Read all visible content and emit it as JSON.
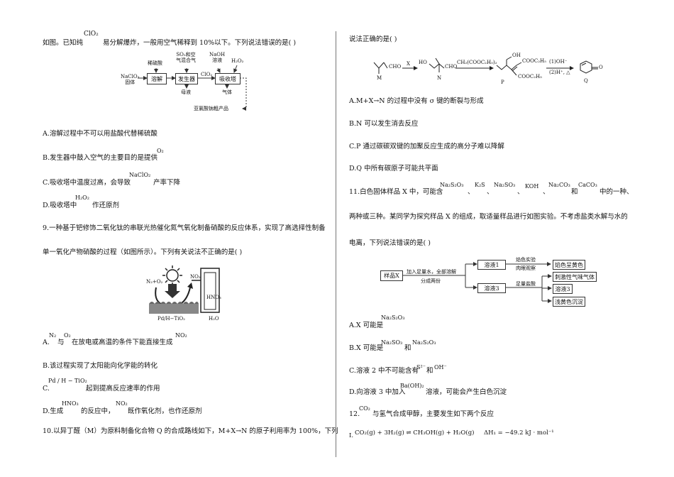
{
  "left": {
    "q8_stem": "如图。已知纯 ClO₂ 易分解爆炸，一般用空气稀释到 10%以下。下列说法错误的是(     )",
    "q8_stem_a": "如图。已知纯",
    "q8_stem_formula": "ClO₂",
    "q8_stem_b": "易分解爆炸，一般用空气稀释到 10%以下。下列说法错误的是(     )",
    "diagram1": {
      "input_label": "NaClO₃\n固体",
      "input_l1": "NaClO₃",
      "input_l2": "固体",
      "acid_label": "稀硫酸",
      "gas_l1": "SO₂和空",
      "gas_l2": "气混合气",
      "naoh_l1": "NaOH",
      "naoh_l2": "溶液",
      "h2o2": "H₂O₂",
      "clo2": "ClO₂",
      "box_dissolve": "溶解",
      "box_generator": "发生器",
      "box_absorber": "吸收塔",
      "mother_liquor": "母液",
      "gas_out": "气体",
      "product": "亚氯酸钠粗产品"
    },
    "q8_A": "A.溶解过程中不可以用盐酸代替稀硫酸",
    "q8_B_a": "B.发生器中鼓入空气的主要目的是提供",
    "q8_B_f": "O₂",
    "q8_C_a": "C.吸收塔中温度过高，会导致",
    "q8_C_f": "NaClO₂",
    "q8_C_b": "产率下降",
    "q8_D_a": "D.吸收塔中",
    "q8_D_f": "H₂O₂",
    "q8_D_b": "作还原剂",
    "q9_line1": "9.一种基于钯修饰二氧化钛的串联光热催化氮气氧化制备硝酸的反应体系，实现了高选择性制备",
    "q9_line2": "单一氧化产物硝酸的过程（如图所示）。下列有关说法不正确的是(     )",
    "diagram2": {
      "reactants": "N₂+O₂",
      "no2": "NO₂",
      "hno3": "HNO₃",
      "catalyst": "Pd/H−TiO₂",
      "water": "H₂O"
    },
    "q9_A_a": "A.",
    "q9_A_f1": "N₂",
    "q9_A_b": "与",
    "q9_A_f2": "O₂",
    "q9_A_c": "在放电或高温的条件下能直接生成",
    "q9_A_f3": "NO₂",
    "q9_B": "B.该过程实现了太阳能向化学能的转化",
    "q9_C_a": "C.",
    "q9_C_f": "Pd / H − TiO₂",
    "q9_C_b": "起到提高反应速率的作用",
    "q9_D_a": "D.生成",
    "q9_D_f1": "HNO₃",
    "q9_D_b": "的反应中，",
    "q9_D_f2": "NO₂",
    "q9_D_c": "既作氧化剂，也作还原剂",
    "q10_line1": "10.以异丁醛（M）为原料制备化合物 Q 的合成路线如下，M+X→N 的原子利用率为 100%，下列"
  },
  "right": {
    "q10_line2": "说法正确的是(     )",
    "scheme": {
      "M_label": "M",
      "cho1": "CHO",
      "X_label": "X",
      "N_label": "N",
      "ho": "HO",
      "cho2": "CHO",
      "reagent": "CH₂(COOC₂H₅)₂",
      "oh": "OH",
      "cooc2h5_1": "COOC₂H₅",
      "cooc2h5_2": "COOC₂H₅",
      "P_label": "P",
      "step1": "(1)OH⁻",
      "step2": "(2)H⁺, △",
      "Q_label": "Q",
      "o_label": "O"
    },
    "q10_A": "A.M+X→N 的过程中没有 σ 键的断裂与形成",
    "q10_B": "B.N 可以发生消去反应",
    "q10_C": "C.P 通过碳碳双键的加聚反应生成的高分子难以降解",
    "q10_D": "D.Q 中所有碳原子可能共平面",
    "q11_a": "11.白色固体样品 X 中，可能含",
    "q11_f1": "Na₂S₂O₃",
    "q11_f2": "K₂S",
    "q11_f3": "Na₂SO₃",
    "q11_f4": "KOH",
    "q11_f5": "Na₂CO₃",
    "q11_he": "和",
    "q11_f6": "CaCO₃",
    "q11_b": "中的一种、",
    "q11_sep": "、",
    "q11_line2": "两种或三种。某同学为探究样品 X 的组成，取适量样品进行如图实验。不考虑盐类水解与水的",
    "q11_line3": "电离，下列说法错误的是(     )",
    "flow": {
      "sample": "样品X",
      "step_a": "加入足量水，全部溶解",
      "step_b": "分成两份",
      "sol1": "溶液1",
      "flame1": "焰色实验",
      "flame2": "肉眼观察",
      "res1": "焰色呈黄色",
      "sol3": "溶液3",
      "hcl": "足量盐酸",
      "res2": "刺激性气味气体",
      "res3": "溶液3",
      "res4": "浅黄色沉淀"
    },
    "q11_A_a": "A.X 可能是",
    "q11_A_f": "Na₂S₂O₃",
    "q11_B_a": "B.X 可能是",
    "q11_B_f1": "Na₂SO₃",
    "q11_B_b": "和",
    "q11_B_f2": "Na₂S₂O₃",
    "q11_C_a": "C.溶液 2 中不可能含有",
    "q11_C_f1": "S²⁻",
    "q11_C_b": "和",
    "q11_C_f2": "OH⁻",
    "q11_D_a": "D.向溶液 3 中加入",
    "q11_D_f": "Ba(OH)₂",
    "q11_D_b": "溶液，可能会产生白色沉淀",
    "q12_a": "12.",
    "q12_f": "CO₂",
    "q12_b": "与氢气合成甲醇，主要发生如下两个反应",
    "q12_eq_num": "I.",
    "q12_eq": "CO₂(g) + 3H₂(g) ⇌ CH₃OH(g) + H₂O(g)",
    "q12_dh": "ΔH₁ = −49.2 kJ · mol⁻¹"
  }
}
